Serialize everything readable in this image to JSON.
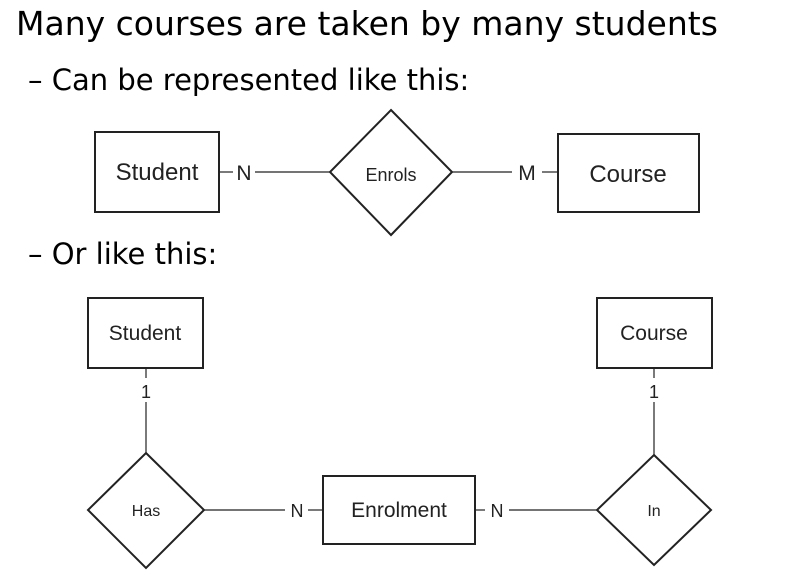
{
  "slide": {
    "headline": "Many courses are taken by many students",
    "bullets": [
      "– Can be represented like this:",
      "– Or like this:"
    ]
  },
  "diagram_1": {
    "entity_left": "Student",
    "relationship": "Enrols",
    "entity_right": "Course",
    "cardinality_left": "N",
    "cardinality_right": "M"
  },
  "diagram_2": {
    "entity_top_left": "Student",
    "entity_top_right": "Course",
    "relationship_left": "Has",
    "entity_middle": "Enrolment",
    "relationship_right": "In",
    "cardinality_student": "1",
    "cardinality_course": "1",
    "cardinality_enrolment_left": "N",
    "cardinality_enrolment_right": "N"
  }
}
